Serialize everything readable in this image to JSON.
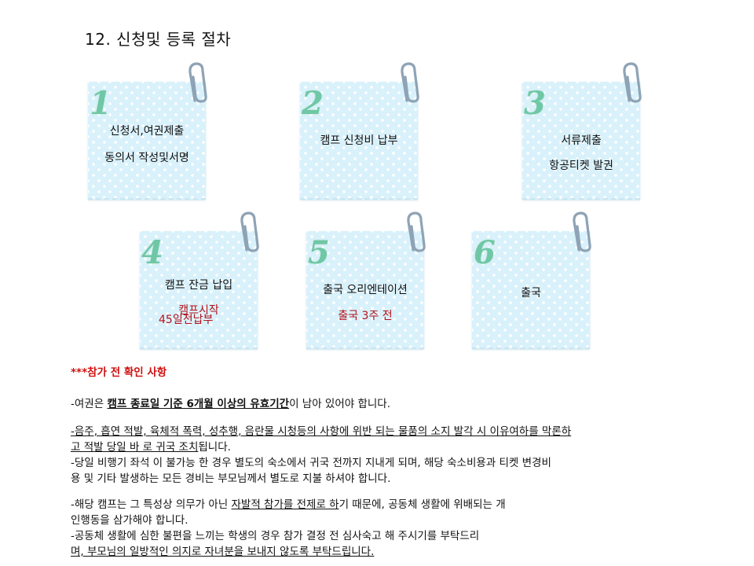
{
  "title": "12. 신청및 등록 절차",
  "notes": [
    {
      "num": "1",
      "line1": "신청서,여권제출",
      "line2": "동의서 작성및서명"
    },
    {
      "num": "2",
      "line1": "캠프 신청비 납부"
    },
    {
      "num": "3",
      "line1": "서류제출",
      "line2": "항공티켓 발권"
    },
    {
      "num": "4",
      "line1": "캠프 잔금 납입",
      "red1": "캠프시작",
      "red2": "45일전납부"
    },
    {
      "num": "5",
      "line1": "출국 오리엔테이션",
      "red1": "출국 3주 전"
    },
    {
      "num": "6",
      "line1": "출국"
    }
  ],
  "notice": {
    "heading": "***참가  전  확인  사항",
    "p1_a": "-여권은 ",
    "p1_b": "캠프 종료일 기준 6개월 이상의 유효기간",
    "p1_c": "이 남아  있어야  합니다.",
    "p2_line1": "-음주, 흡연 적발, 육체적 폭력, 성추행, 음란물 시청등의 사항에 위반 되는 물품의 소지 발각 시 이유여하를 막론하",
    "p2_line2": "고 적발  당일 바 로 귀국 조치",
    "p2_line2b": "됩니다.",
    "p3_line1": "-당일 비행기 좌석 이 불가능 한 경우 별도의 숙소에서 귀국 전까지 지내게 되며, 해당 숙소비용과 티켓 변경비",
    "p3_line2": "용 및 기타 발생하는 모든 경비는 부모님께서 별도로 지불 하셔야 합니다.",
    "p4_a": "-해당 캠프는 그 특성상 의무가 아닌 ",
    "p4_b": "자발적 참가를 전제로 하",
    "p4_c": "기  때문에, 공동체  생활에  위배되는 개",
    "p4_line2": "인행동을  삼가해야 합니다.",
    "p5_line1": "-공동체 생활에  심한 불편을 느끼는 학생의  경우  참가 결정 전 심사숙고 해  주시기를 부탁드리",
    "p5_line2": "며, 부모님의 일방적인 의지로 자녀분을 보내지 않도록 부탁드립니다."
  }
}
